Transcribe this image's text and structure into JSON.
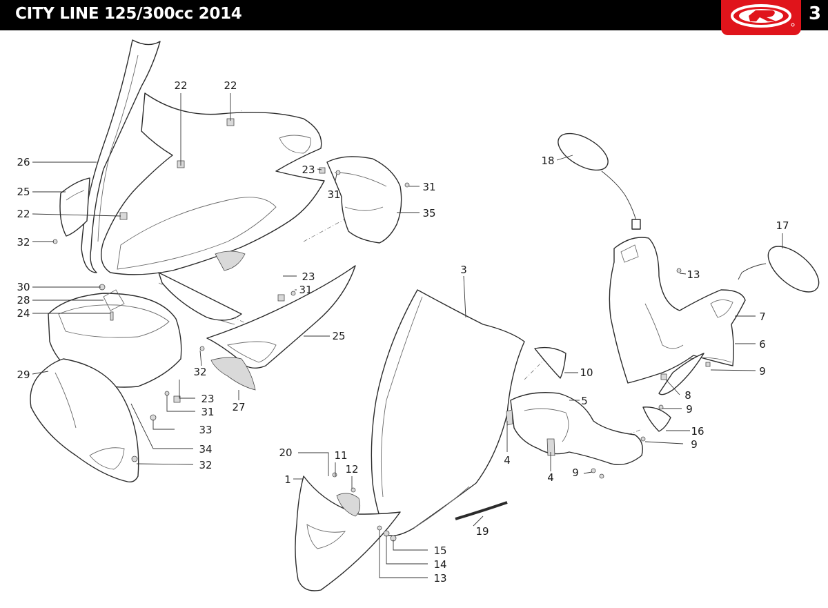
{
  "header": {
    "title": "CITY LINE 125/300cc  2014",
    "page_number": "3",
    "brand_color": "#e0141b",
    "brand_icon": "rieju-logo-icon"
  },
  "callouts": [
    {
      "label": "22"
    },
    {
      "label": "22"
    },
    {
      "label": "26"
    },
    {
      "label": "25"
    },
    {
      "label": "22"
    },
    {
      "label": "32"
    },
    {
      "label": "23"
    },
    {
      "label": "31"
    },
    {
      "label": "31"
    },
    {
      "label": "35"
    },
    {
      "label": "30"
    },
    {
      "label": "28"
    },
    {
      "label": "24"
    },
    {
      "label": "23"
    },
    {
      "label": "31"
    },
    {
      "label": "25"
    },
    {
      "label": "32"
    },
    {
      "label": "29"
    },
    {
      "label": "27"
    },
    {
      "label": "23"
    },
    {
      "label": "31"
    },
    {
      "label": "33"
    },
    {
      "label": "34"
    },
    {
      "label": "32"
    },
    {
      "label": "3"
    },
    {
      "label": "18"
    },
    {
      "label": "17"
    },
    {
      "label": "13"
    },
    {
      "label": "7"
    },
    {
      "label": "6"
    },
    {
      "label": "9"
    },
    {
      "label": "10"
    },
    {
      "label": "5"
    },
    {
      "label": "8"
    },
    {
      "label": "9"
    },
    {
      "label": "16"
    },
    {
      "label": "9"
    },
    {
      "label": "4"
    },
    {
      "label": "4"
    },
    {
      "label": "9"
    },
    {
      "label": "20"
    },
    {
      "label": "11"
    },
    {
      "label": "12"
    },
    {
      "label": "1"
    },
    {
      "label": "19"
    },
    {
      "label": "15"
    },
    {
      "label": "14"
    },
    {
      "label": "13"
    }
  ]
}
